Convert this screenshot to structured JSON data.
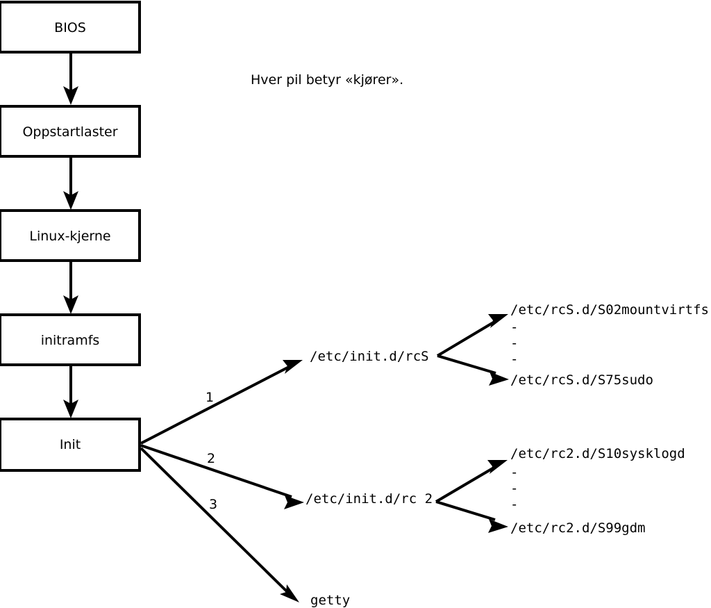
{
  "caption": {
    "text": "Hver pil betyr «kjører»."
  },
  "boot_chain": {
    "nodes": [
      {
        "label": "BIOS"
      },
      {
        "label": "Oppstartlaster"
      },
      {
        "label": "Linux-kjerne"
      },
      {
        "label": "initramfs"
      },
      {
        "label": "Init"
      }
    ]
  },
  "init_branches": [
    {
      "number": "1",
      "label": "/etc/init.d/rcS"
    },
    {
      "number": "2",
      "label": "/etc/init.d/rc 2"
    },
    {
      "number": "3",
      "label": "getty"
    }
  ],
  "rcs_scripts": {
    "first": "/etc/rcS.d/S02mountvirtfs",
    "ellipsis": [
      "-",
      "-",
      "-"
    ],
    "last": "/etc/rcS.d/S75sudo"
  },
  "rc2_scripts": {
    "first": "/etc/rc2.d/S10sysklogd",
    "ellipsis": [
      "-",
      "-",
      "-"
    ],
    "last": "/etc/rc2.d/S99gdm"
  },
  "colors": {
    "stroke": "#000000",
    "fill": "#ffffff",
    "background": "#ffffff"
  }
}
